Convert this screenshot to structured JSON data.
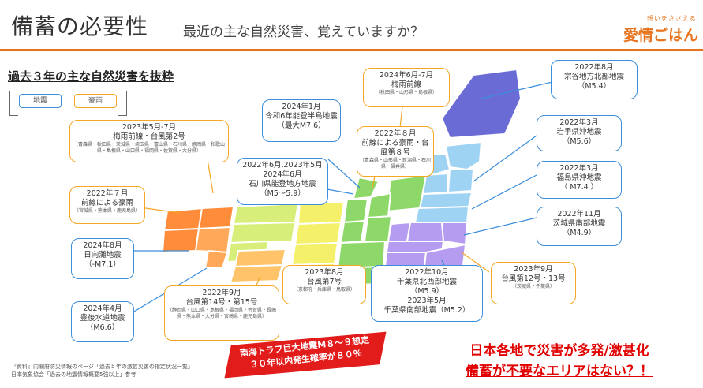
{
  "header": {
    "title": "備蓄の必要性",
    "subtitle": "最近の主な自然災害、覚えていますか？",
    "brand_tagline": "想いをささえる",
    "brand_name": "愛情ごはん",
    "accent_color": "#e8731c"
  },
  "section_title": "過去３年の主な自然災害を抜粋",
  "legend": {
    "earthquake": "地震",
    "heavy_rain": "豪雨"
  },
  "callouts": {
    "tokai_2023": {
      "line1": "2023年5月-7月",
      "line2": "梅雨前線・台風第2号",
      "detail": "（青森県・秋田県・茨城県・埼玉県・富山県・石川県・静岡県・和歌山県・島根県・山口県・福岡県・佐賀県・大分県）"
    },
    "kyushu_2022": {
      "line1": "2022年７月",
      "line2": "前線による豪雨",
      "detail": "（宮城県・熊本県・鹿児島県）"
    },
    "hyuganada": {
      "line1": "2024年8月",
      "line2": "日向灘地震",
      "line3": "（-M7.1）"
    },
    "bungo": {
      "line1": "2024年4月",
      "line2": "豊後水道地震",
      "line3": "（M6.6）"
    },
    "typhoon14": {
      "line1": "2022年9月",
      "line2": "台風第14号・第15号",
      "detail": "（静岡県・山口県・島根県・福岡県・佐賀県・長崎県・熊本県・大分県・宮崎県・鹿児島県）"
    },
    "typhoon7": {
      "line1": "2023年8月",
      "line2": "台風第7号",
      "detail": "（京都府・兵庫県・鳥取県）"
    },
    "ishikawa": {
      "line1": "2022年6月,2023年5月",
      "line2": "2024年6月",
      "line3": "石川県能登地方地震",
      "line4": "（M5～5.9）"
    },
    "noto": {
      "line1": "2024年1月",
      "line2": "令和6年能登半島地震",
      "line3": "（最大M7.6）"
    },
    "tsuyu_2024": {
      "line1": "2024年6月-7月",
      "line2": "梅雨前線",
      "detail": "（秋田県・山形県・島根県）"
    },
    "tohoku_rain": {
      "line1": "2022年８月",
      "line2": "前線による豪雨・台",
      "line3": "風第８号",
      "detail": "（青森県・山形県・新潟県・石川県・福井県）"
    },
    "soya": {
      "line1": "2022年8月",
      "line2": "宗谷地方北部地震",
      "line3": "（M5.4）"
    },
    "iwate": {
      "line1": "2022年3月",
      "line2": "岩手県沖地震",
      "line3": "（M5.6）"
    },
    "fukushima": {
      "line1": "2022年3月",
      "line2": "福島県沖地震",
      "line3": "（ M7.4 ）"
    },
    "ibaraki": {
      "line1": "2022年11月",
      "line2": "茨城県南部地震",
      "line3": "（M4.9）"
    },
    "chiba": {
      "line1": "2022年10月",
      "line2": "千葉県北西部地震",
      "line3": "（M5.9）",
      "line4": "2023年5月",
      "line5": "千葉県南部地震（M5.2）"
    },
    "typhoon12": {
      "line1": "2023年9月",
      "line2": "台風第12号・13号",
      "detail": "（茨城県・千葉県）"
    }
  },
  "banner": {
    "line1": "南海トラフ巨大地震M８～９想定",
    "line2": "３０年以内発生確率が８０％"
  },
  "warning": {
    "line1": "日本各地で災害が多発/激甚化",
    "line2": "備蓄が不要なエリアはない？！"
  },
  "footnote": {
    "line1": "『資料』内閣府防災情報のページ「過去５年の激甚災害の指定状況一覧」",
    "line2": "日本気象協会「過去の地震情報概要5強以上」参考"
  }
}
